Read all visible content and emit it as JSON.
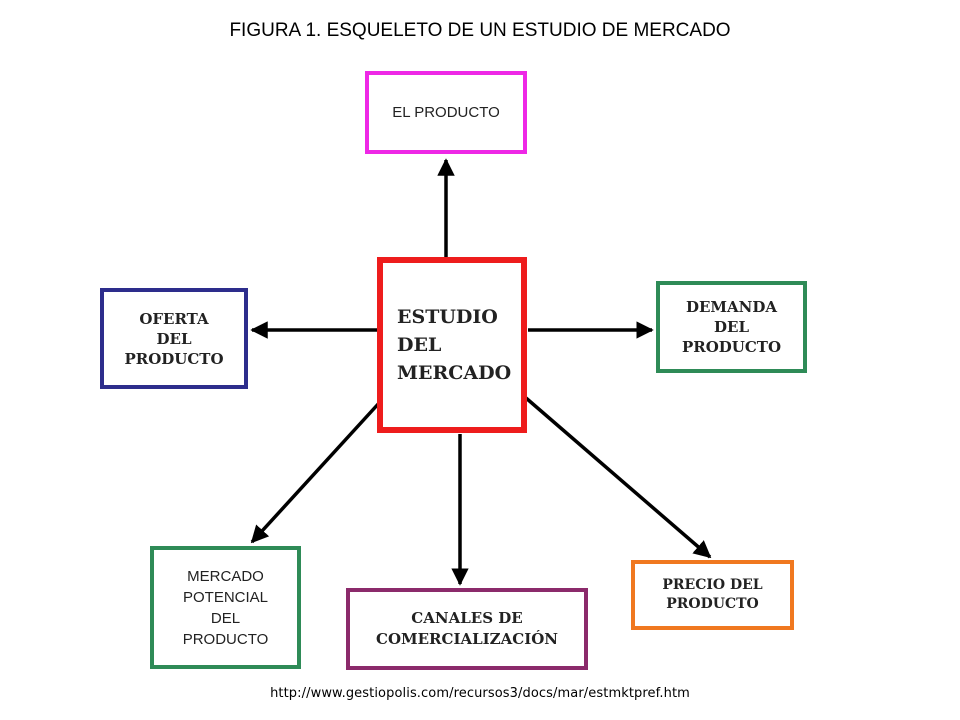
{
  "title": "FIGURA 1. ESQUELETO DE UN ESTUDIO DE MERCADO",
  "source": "http://www.gestiopolis.com/recursos3/docs/mar/estmktpref.htm",
  "center": {
    "lines": [
      "ESTUDIO",
      "DEL",
      "MERCADO"
    ],
    "color": "#ee1c1c"
  },
  "nodes": {
    "producto": {
      "lines": [
        "EL PRODUCTO"
      ],
      "color": "#ee28e6"
    },
    "oferta": {
      "lines": [
        "OFERTA",
        "DEL",
        "PRODUCTO"
      ],
      "color": "#2d2d8c"
    },
    "demanda": {
      "lines": [
        "DEMANDA",
        "DEL",
        "PRODUCTO"
      ],
      "color": "#2e8b57"
    },
    "mercado_potencial": {
      "lines": [
        "MERCADO",
        "POTENCIAL",
        "DEL",
        "PRODUCTO"
      ],
      "color": "#2e8b57"
    },
    "canales": {
      "lines": [
        "CANALES DE",
        "COMERCIALIZACIÓN"
      ],
      "color": "#8b2a6b"
    },
    "precio": {
      "lines": [
        "PRECIO DEL",
        "PRODUCTO"
      ],
      "color": "#f07820"
    }
  }
}
